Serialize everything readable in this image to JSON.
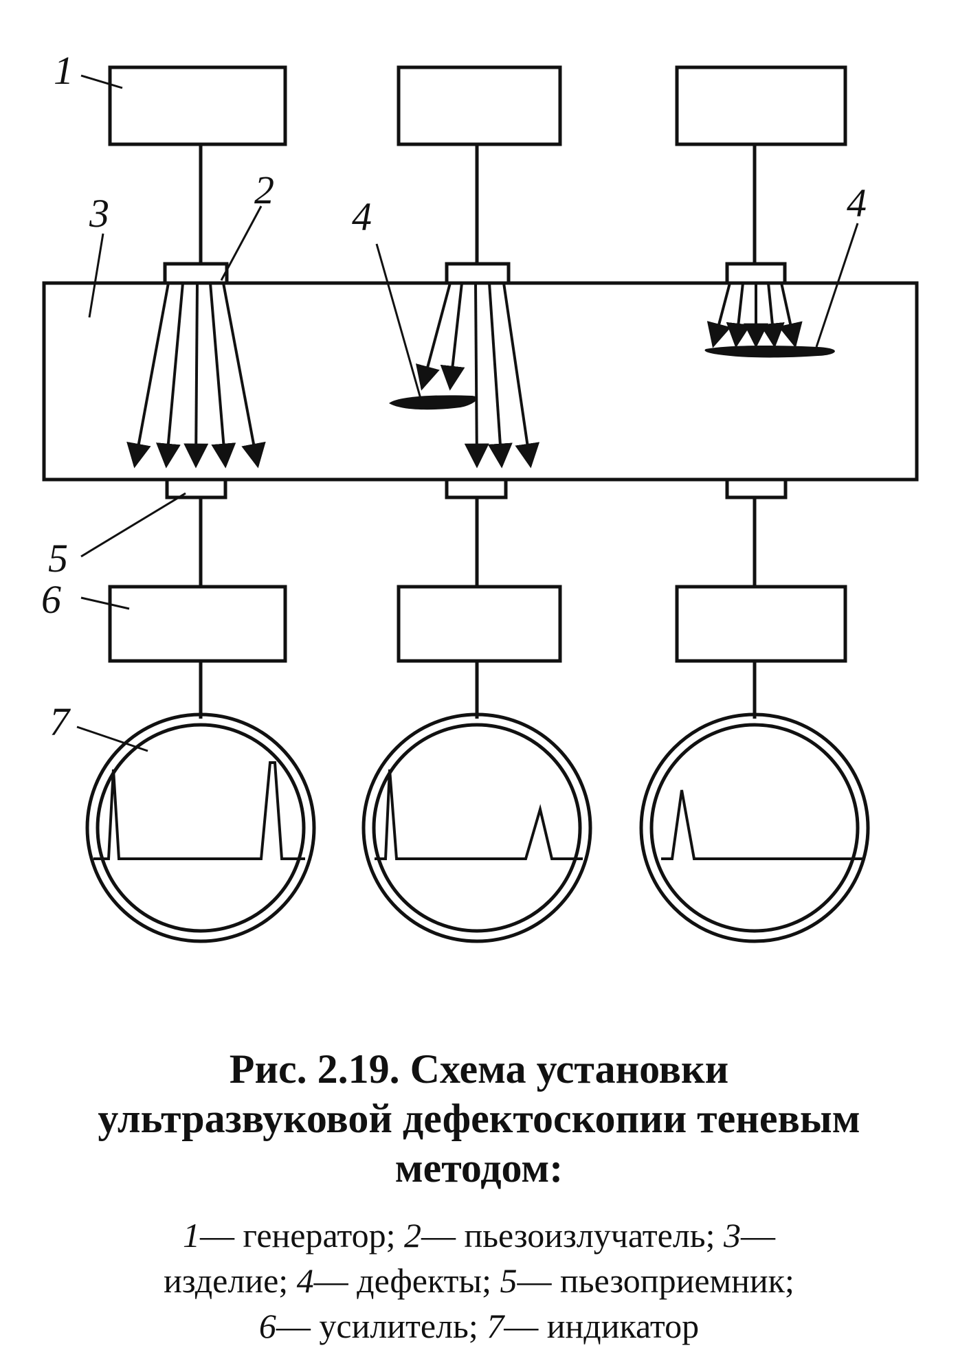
{
  "diagram": {
    "labels": {
      "generator": "1",
      "emitter": "2",
      "product": "3",
      "defect_middle": "4",
      "defect_right": "4",
      "receiver": "5",
      "amplifier": "6",
      "indicator": "7"
    }
  },
  "caption": {
    "title_line1": "Рис. 2.19. Схема установки",
    "title_line2": "ультразвуковой дефектоскопии теневым",
    "title_line3": "методом:",
    "legend": [
      {
        "num": "1",
        "text": "— генератор; "
      },
      {
        "num": "2",
        "text": "— пьезоизлучатель; "
      },
      {
        "num": "3",
        "text": "—"
      },
      {
        "num": "",
        "text": "изделие; "
      },
      {
        "num": "4",
        "text": "— дефекты; "
      },
      {
        "num": "5",
        "text": "— пьезоприемник;"
      },
      {
        "num": "6",
        "text": "— усилитель; "
      },
      {
        "num": "7",
        "text": "— индикатор"
      }
    ]
  }
}
